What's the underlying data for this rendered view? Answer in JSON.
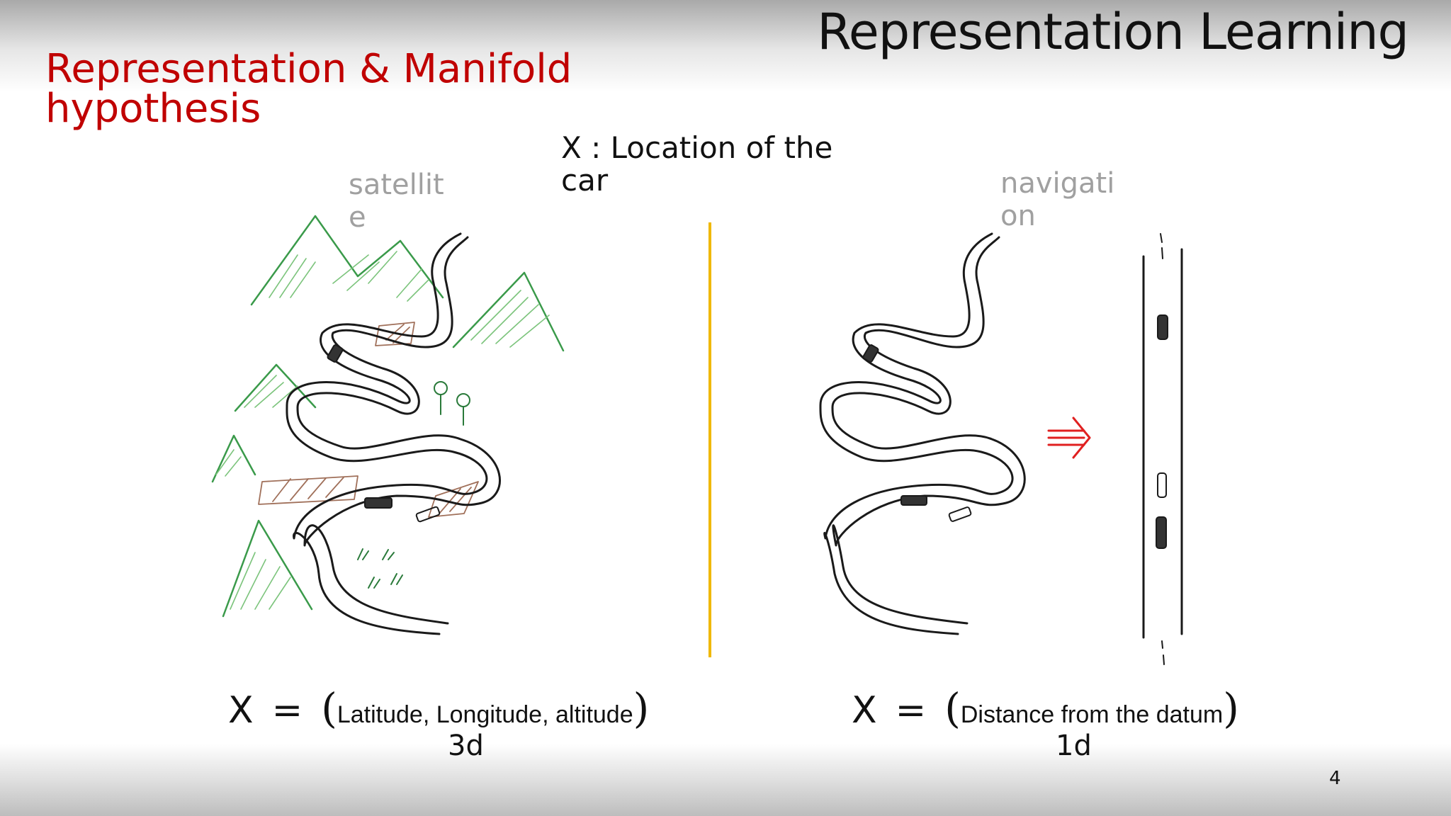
{
  "header": {
    "title": "Representation Learning"
  },
  "slide": {
    "title": "Representation & Manifold\nhypothesis",
    "definition": "X : Location of the\ncar",
    "left_panel": {
      "label": "satellit\ne",
      "formula_symbol": "X",
      "formula_eq": "=",
      "formula_open": "(",
      "formula_args": "Latitude, Longitude, altitude",
      "formula_close": ")",
      "dimension": "3d"
    },
    "right_panel": {
      "label": "navigati\non",
      "formula_symbol": "X",
      "formula_eq": "=",
      "formula_open": "(",
      "formula_args": "Distance from the datum",
      "formula_close": ")",
      "dimension": "1d"
    },
    "page_number": "4"
  },
  "colors": {
    "title_red": "#c00000",
    "label_gray": "#a0a0a0",
    "divider_gold": "#f0b800",
    "mountain_green": "#3a9a4a",
    "arrow_red": "#e02020"
  }
}
